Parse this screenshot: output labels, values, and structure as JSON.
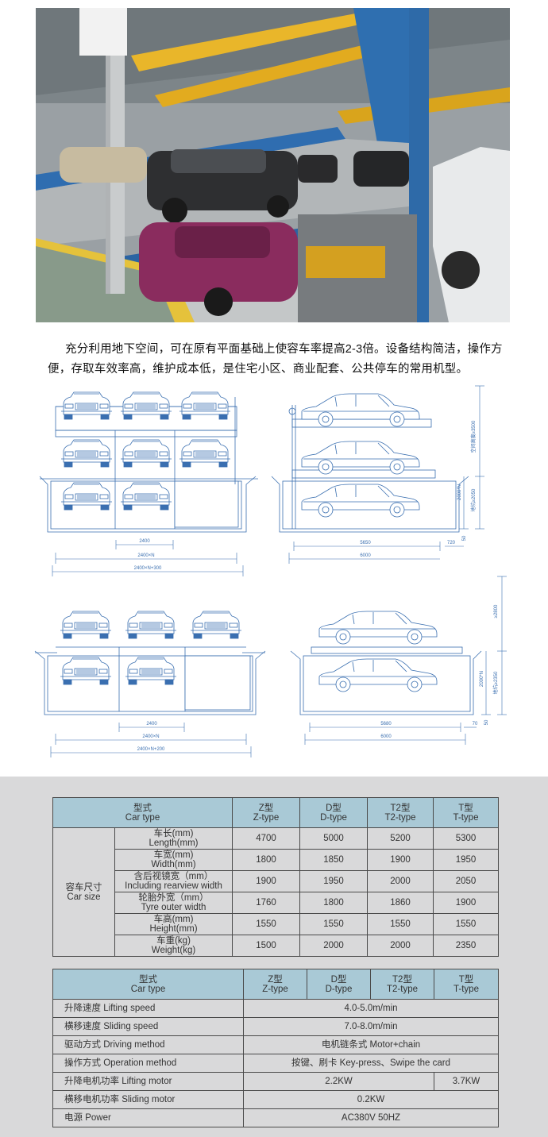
{
  "intro": {
    "text": "充分利用地下空间，可在原有平面基础上使容车率提高2-3倍。设备结构简洁，操作方便，存取车效率高，维护成本低，是住宅小区、商业配套、公共停车的常用机型。"
  },
  "drawings": {
    "top_front": {
      "dim1": "2400",
      "dim2": "2400×N",
      "dim3": "2400×N+300"
    },
    "top_side": {
      "dim1": "5650",
      "dim2": "720",
      "dim3": "6000",
      "v1": "空间高度≥3500",
      "v2": "2000*N",
      "v3": "地坑≥2050",
      "v4": "50"
    },
    "bottom_front": {
      "dim1": "2400",
      "dim2": "2400×N",
      "dim3": "2400×N+200"
    },
    "bottom_side": {
      "dim1": "5680",
      "dim2": "70",
      "dim3": "6000",
      "v1": "≥2800",
      "v2": "2000*N",
      "v3": "地坑≥2350",
      "v4": "50"
    }
  },
  "table1": {
    "header": {
      "label_cn": "型式",
      "label_en": "Car type",
      "cols": [
        {
          "cn": "Z型",
          "en": "Z-type"
        },
        {
          "cn": "D型",
          "en": "D-type"
        },
        {
          "cn": "T2型",
          "en": "T2-type"
        },
        {
          "cn": "T型",
          "en": "T-type"
        }
      ]
    },
    "group_cn": "容车尺寸",
    "group_en": "Car size",
    "rows": [
      {
        "cn": "车长(mm)",
        "en": "Length(mm)",
        "values": [
          "4700",
          "5000",
          "5200",
          "5300"
        ]
      },
      {
        "cn": "车宽(mm)",
        "en": "Width(mm)",
        "values": [
          "1800",
          "1850",
          "1900",
          "1950"
        ]
      },
      {
        "cn": "含后视镜宽（mm）",
        "en": "Including rearview width",
        "values": [
          "1900",
          "1950",
          "2000",
          "2050"
        ]
      },
      {
        "cn": "轮胎外宽（mm）",
        "en": "Tyre outer width",
        "values": [
          "1760",
          "1800",
          "1860",
          "1900"
        ]
      },
      {
        "cn": "车高(mm)",
        "en": "Height(mm)",
        "values": [
          "1550",
          "1550",
          "1550",
          "1550"
        ]
      },
      {
        "cn": "车重(kg)",
        "en": "Weight(kg)",
        "values": [
          "1500",
          "2000",
          "2000",
          "2350"
        ]
      }
    ]
  },
  "table2": {
    "header": {
      "label_cn": "型式",
      "label_en": "Car type",
      "cols": [
        {
          "cn": "Z型",
          "en": "Z-type"
        },
        {
          "cn": "D型",
          "en": "D-type"
        },
        {
          "cn": "T2型",
          "en": "T2-type"
        },
        {
          "cn": "T型",
          "en": "T-type"
        }
      ]
    },
    "rows": [
      {
        "label": "升降速度 Lifting speed",
        "value": "4.0-5.0m/min"
      },
      {
        "label": "横移速度 Sliding speed",
        "value": "7.0-8.0m/min"
      },
      {
        "label": "驱动方式  Driving method",
        "value": "电机链条式  Motor+chain"
      },
      {
        "label": "操作方式 Operation method",
        "value": "按键、刷卡  Key-press、Swipe the card"
      },
      {
        "label": "升降电机功率 Lifting motor",
        "value": "2.2KW",
        "value2": "3.7KW"
      },
      {
        "label": "横移电机功率 Sliding motor",
        "value": "0.2KW"
      },
      {
        "label": "电源 Power",
        "value": "AC380V  50HZ"
      }
    ]
  }
}
